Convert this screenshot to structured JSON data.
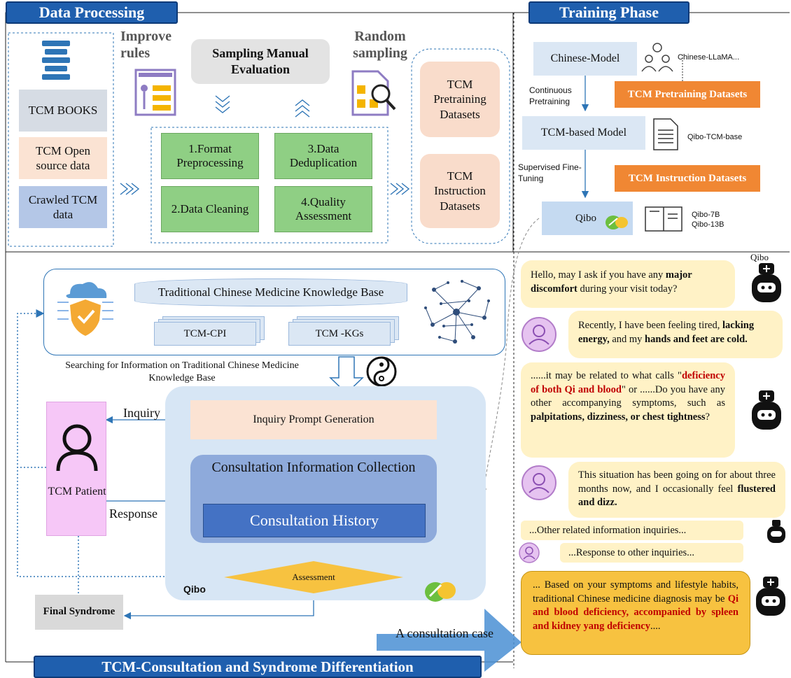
{
  "colors": {
    "header": "#1f5fae",
    "orange": "#f08733",
    "green": "#8fcf84",
    "peach": "#f9dccb",
    "bubble": "#fff2c6",
    "arrow": "#2e75b6"
  },
  "data_processing": {
    "title": "Data Processing",
    "sources": [
      "TCM BOOKS",
      "TCM Open source data",
      "Crawled TCM data"
    ],
    "improve_rules": "Improve rules",
    "sampling_manual": "Sampling Manual Evaluation",
    "random_sampling": "Random sampling",
    "steps": [
      "1.Format Preprocessing",
      "3.Data Deduplication",
      "2.Data Cleaning",
      "4.Quality Assessment"
    ],
    "outputs": [
      "TCM Pretraining Datasets",
      "TCM Instruction Datasets"
    ]
  },
  "training": {
    "title": "Training Phase",
    "chinese_model": "Chinese-Model",
    "chinese_llama": "Chinese-LLaMA...",
    "continuous": "Continuous Pretraining",
    "pretrain_ds": "TCM Pretraining Datasets",
    "tcm_model": "TCM-based Model",
    "qibo_base": "Qibo-TCM-base",
    "sft": "Supervised Fine-Tuning",
    "instr_ds": "TCM Instruction Datasets",
    "qibo": "Qibo",
    "qibo_7b": "Qibo-7B",
    "qibo_13b": "Qibo-13B"
  },
  "consultation": {
    "kb_title": "Traditional Chinese Medicine Knowledge Base",
    "cpi": "TCM-CPI",
    "kgs": "TCM -KGs",
    "search_caption": "Searching for Information on Traditional Chinese Medicine Knowledge Base",
    "inquiry": "Inquiry",
    "response": "Response",
    "patient": "TCM Patient",
    "prompt_gen": "Inquiry Prompt Generation",
    "collection": "Consultation Information Collection",
    "history": "Consultation History",
    "assessment": "Assessment",
    "qibo": "Qibo",
    "final": "Final Syndrome",
    "bottom_title": "TCM-Consultation and Syndrome Differentiation",
    "case_label": "A consultation case"
  },
  "chat": {
    "qibo_label": "Qibo",
    "m1_a": "Hello, may I ask if you have any ",
    "m1_b": "major discomfort",
    "m1_c": " during your visit today?",
    "m2_a": "Recently, I have been feeling tired, ",
    "m2_b": "lacking energy,",
    "m2_c": " and my ",
    "m2_d": "hands and feet are cold.",
    "m3_a": "......it may be related to what calls \"",
    "m3_b": "deficiency of both Qi and blood",
    "m3_c": "\" or ......Do you have any other accompanying symptoms, such as ",
    "m3_d": "palpitations, dizziness, or chest tightness",
    "m3_e": "?",
    "m4_a": "This situation has been going on for about three months now, and I occasionally feel ",
    "m4_b": "flustered and dizz.",
    "m5": "...Other related information inquiries...",
    "m6": "...Response to other inquiries...",
    "m7_a": "... Based on your symptoms and lifestyle habits, traditional Chinese medicine diagnosis may be ",
    "m7_b": "Qi and blood deficiency, accompanied by spleen and kidney yang deficiency",
    "m7_c": "...."
  }
}
